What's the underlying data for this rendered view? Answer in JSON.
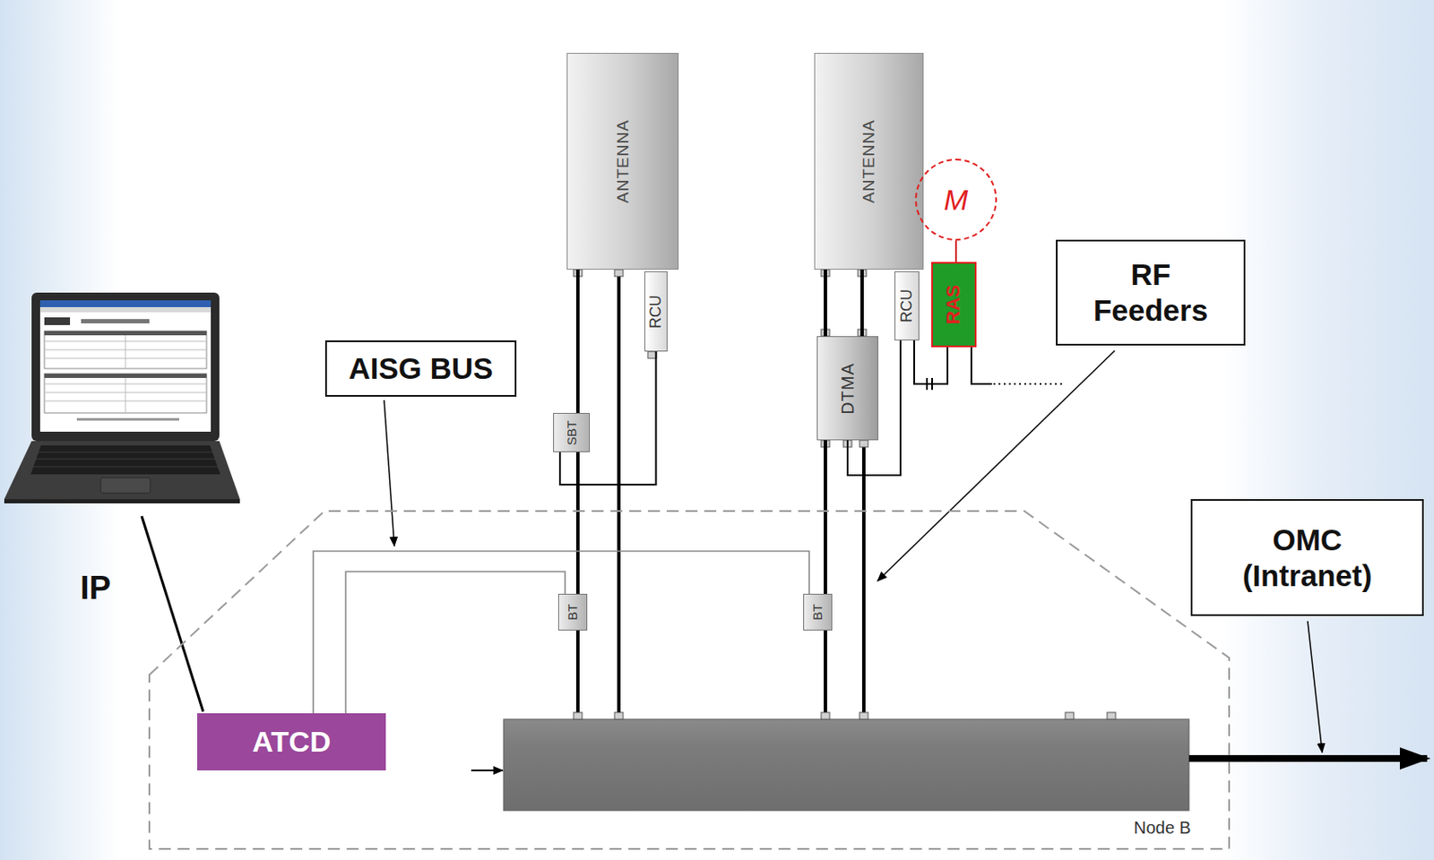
{
  "diagram": {
    "nodes": [
      {
        "text": [
          "ANTENNA"
        ]
      },
      {
        "text": [
          "RCU"
        ]
      },
      {
        "text": [
          "ANTENNA"
        ]
      },
      {
        "text": [
          "M"
        ]
      },
      {
        "text": [
          "RCU"
        ]
      },
      {
        "text": [
          "RAS"
        ]
      },
      {
        "text": [
          "DTMA"
        ]
      },
      {
        "text": [
          "SBT"
        ]
      },
      {
        "text": [
          "AISG BUS"
        ]
      },
      {
        "text": [
          "RF Feeders"
        ]
      },
      {
        "text": [
          "OMC (Intranet)"
        ]
      },
      {
        "text": [
          "Node B"
        ]
      },
      {
        "text": [
          "BT"
        ],
        "in": 11
      },
      {
        "text": [
          "BT"
        ],
        "in": 11
      },
      {
        "text": [
          "ATCD"
        ],
        "in": 11
      }
    ],
    "edges": [
      {
        "from": 0,
        "to": 7,
        "arrow": "none"
      },
      {
        "from": 7,
        "to": 12,
        "arrow": "none"
      },
      {
        "from": 1,
        "to": 7,
        "arrow": "none"
      },
      {
        "from": 2,
        "to": 6,
        "arrow": "none"
      },
      {
        "from": 2,
        "to": 6,
        "arrow": "none"
      },
      {
        "from": 6,
        "to": 13,
        "arrow": "none"
      },
      {
        "from": 6,
        "to": 4,
        "arrow": "none"
      },
      {
        "from": 4,
        "to": 5,
        "arrow": "none"
      },
      {
        "from": 3,
        "to": 5,
        "arrow": "none"
      },
      {
        "from": 14,
        "to": 12,
        "arrow": "none"
      },
      {
        "from": 14,
        "to": 13,
        "arrow": "none"
      }
    ],
    "labels": [
      "IP"
    ]
  }
}
